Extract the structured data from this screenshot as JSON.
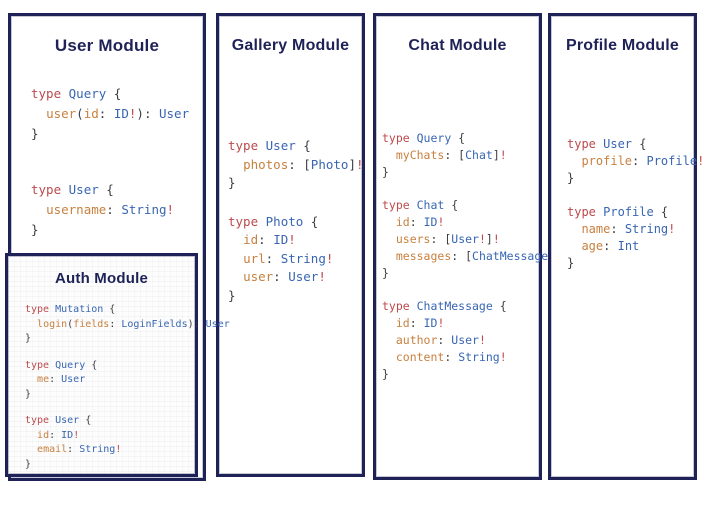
{
  "colors": {
    "border_navy": "#1f2257",
    "title_navy": "#1f2257",
    "syntax_keyword_red": "#bc4a4d",
    "syntax_type_blue": "#3866b2",
    "syntax_field_orange": "#c8803f",
    "syntax_punct_gray": "#3d3d44",
    "background": "#ffffff"
  },
  "panels": [
    {
      "id": "user-module",
      "title": "User Module",
      "blocks": [
        [
          [
            [
              "k",
              "type "
            ],
            [
              "t",
              "Query "
            ],
            [
              "p",
              "{"
            ]
          ],
          [
            [
              "p",
              "  "
            ],
            [
              "f",
              "user"
            ],
            [
              "p",
              "("
            ],
            [
              "f",
              "id"
            ],
            [
              "p",
              ": "
            ],
            [
              "t",
              "ID"
            ],
            [
              "k",
              "!"
            ],
            [
              "p",
              "): "
            ],
            [
              "t",
              "User"
            ]
          ],
          [
            [
              "p",
              "}"
            ]
          ]
        ],
        [
          [
            [
              "k",
              "type "
            ],
            [
              "t",
              "User "
            ],
            [
              "p",
              "{"
            ]
          ],
          [
            [
              "p",
              "  "
            ],
            [
              "f",
              "username"
            ],
            [
              "p",
              ": "
            ],
            [
              "t",
              "String"
            ],
            [
              "k",
              "!"
            ]
          ],
          [
            [
              "p",
              "}"
            ]
          ]
        ]
      ]
    },
    {
      "id": "gallery-module",
      "title": "Gallery Module",
      "blocks": [
        [
          [
            [
              "k",
              "type "
            ],
            [
              "t",
              "User "
            ],
            [
              "p",
              "{"
            ]
          ],
          [
            [
              "p",
              "  "
            ],
            [
              "f",
              "photos"
            ],
            [
              "p",
              ": ["
            ],
            [
              "t",
              "Photo"
            ],
            [
              "p",
              "]"
            ],
            [
              "k",
              "!"
            ]
          ],
          [
            [
              "p",
              "}"
            ]
          ]
        ],
        [
          [
            [
              "k",
              "type "
            ],
            [
              "t",
              "Photo "
            ],
            [
              "p",
              "{"
            ]
          ],
          [
            [
              "p",
              "  "
            ],
            [
              "f",
              "id"
            ],
            [
              "p",
              ": "
            ],
            [
              "t",
              "ID"
            ],
            [
              "k",
              "!"
            ]
          ],
          [
            [
              "p",
              "  "
            ],
            [
              "f",
              "url"
            ],
            [
              "p",
              ": "
            ],
            [
              "t",
              "String"
            ],
            [
              "k",
              "!"
            ]
          ],
          [
            [
              "p",
              "  "
            ],
            [
              "f",
              "user"
            ],
            [
              "p",
              ": "
            ],
            [
              "t",
              "User"
            ],
            [
              "k",
              "!"
            ]
          ],
          [
            [
              "p",
              "}"
            ]
          ]
        ]
      ]
    },
    {
      "id": "chat-module",
      "title": "Chat Module",
      "blocks": [
        [
          [
            [
              "k",
              "type "
            ],
            [
              "t",
              "Query "
            ],
            [
              "p",
              "{"
            ]
          ],
          [
            [
              "p",
              "  "
            ],
            [
              "f",
              "myChats"
            ],
            [
              "p",
              ": ["
            ],
            [
              "t",
              "Chat"
            ],
            [
              "p",
              "]"
            ],
            [
              "k",
              "!"
            ]
          ],
          [
            [
              "p",
              "}"
            ]
          ]
        ],
        [
          [
            [
              "k",
              "type "
            ],
            [
              "t",
              "Chat "
            ],
            [
              "p",
              "{"
            ]
          ],
          [
            [
              "p",
              "  "
            ],
            [
              "f",
              "id"
            ],
            [
              "p",
              ": "
            ],
            [
              "t",
              "ID"
            ],
            [
              "k",
              "!"
            ]
          ],
          [
            [
              "p",
              "  "
            ],
            [
              "f",
              "users"
            ],
            [
              "p",
              ": ["
            ],
            [
              "t",
              "User"
            ],
            [
              "k",
              "!"
            ],
            [
              "p",
              "]"
            ],
            [
              "k",
              "!"
            ]
          ],
          [
            [
              "p",
              "  "
            ],
            [
              "f",
              "messages"
            ],
            [
              "p",
              ": ["
            ],
            [
              "t",
              "ChatMessage"
            ],
            [
              "p",
              "]"
            ],
            [
              "k",
              "!"
            ]
          ],
          [
            [
              "p",
              "}"
            ]
          ]
        ],
        [
          [
            [
              "k",
              "type "
            ],
            [
              "t",
              "ChatMessage "
            ],
            [
              "p",
              "{"
            ]
          ],
          [
            [
              "p",
              "  "
            ],
            [
              "f",
              "id"
            ],
            [
              "p",
              ": "
            ],
            [
              "t",
              "ID"
            ],
            [
              "k",
              "!"
            ]
          ],
          [
            [
              "p",
              "  "
            ],
            [
              "f",
              "author"
            ],
            [
              "p",
              ": "
            ],
            [
              "t",
              "User"
            ],
            [
              "k",
              "!"
            ]
          ],
          [
            [
              "p",
              "  "
            ],
            [
              "f",
              "content"
            ],
            [
              "p",
              ": "
            ],
            [
              "t",
              "String"
            ],
            [
              "k",
              "!"
            ]
          ],
          [
            [
              "p",
              "}"
            ]
          ]
        ]
      ]
    },
    {
      "id": "profile-module",
      "title": "Profile Module",
      "blocks": [
        [
          [
            [
              "k",
              "type "
            ],
            [
              "t",
              "User "
            ],
            [
              "p",
              "{"
            ]
          ],
          [
            [
              "p",
              "  "
            ],
            [
              "f",
              "profile"
            ],
            [
              "p",
              ": "
            ],
            [
              "t",
              "Profile"
            ],
            [
              "k",
              "!"
            ]
          ],
          [
            [
              "p",
              "}"
            ]
          ]
        ],
        [
          [
            [
              "k",
              "type "
            ],
            [
              "t",
              "Profile "
            ],
            [
              "p",
              "{"
            ]
          ],
          [
            [
              "p",
              "  "
            ],
            [
              "f",
              "name"
            ],
            [
              "p",
              ": "
            ],
            [
              "t",
              "String"
            ],
            [
              "k",
              "!"
            ]
          ],
          [
            [
              "p",
              "  "
            ],
            [
              "f",
              "age"
            ],
            [
              "p",
              ": "
            ],
            [
              "t",
              "Int"
            ]
          ],
          [
            [
              "p",
              "}"
            ]
          ]
        ]
      ]
    }
  ],
  "auth": {
    "id": "auth-module",
    "title": "Auth Module",
    "blocks": [
      [
        [
          [
            "k",
            "type "
          ],
          [
            "t",
            "Mutation "
          ],
          [
            "p",
            "{"
          ]
        ],
        [
          [
            "p",
            "  "
          ],
          [
            "f",
            "login"
          ],
          [
            "p",
            "("
          ],
          [
            "f",
            "fields"
          ],
          [
            "p",
            ": "
          ],
          [
            "t",
            "LoginFields"
          ],
          [
            "p",
            "): "
          ],
          [
            "t",
            "User"
          ]
        ],
        [
          [
            "p",
            "}"
          ]
        ]
      ],
      [
        [
          [
            "k",
            "type "
          ],
          [
            "t",
            "Query "
          ],
          [
            "p",
            "{"
          ]
        ],
        [
          [
            "p",
            "  "
          ],
          [
            "f",
            "me"
          ],
          [
            "p",
            ": "
          ],
          [
            "t",
            "User"
          ]
        ],
        [
          [
            "p",
            "}"
          ]
        ]
      ],
      [
        [
          [
            "k",
            "type "
          ],
          [
            "t",
            "User "
          ],
          [
            "p",
            "{"
          ]
        ],
        [
          [
            "p",
            "  "
          ],
          [
            "f",
            "id"
          ],
          [
            "p",
            ": "
          ],
          [
            "t",
            "ID"
          ],
          [
            "k",
            "!"
          ]
        ],
        [
          [
            "p",
            "  "
          ],
          [
            "f",
            "email"
          ],
          [
            "p",
            ": "
          ],
          [
            "t",
            "String"
          ],
          [
            "k",
            "!"
          ]
        ],
        [
          [
            "p",
            "}"
          ]
        ]
      ]
    ]
  }
}
